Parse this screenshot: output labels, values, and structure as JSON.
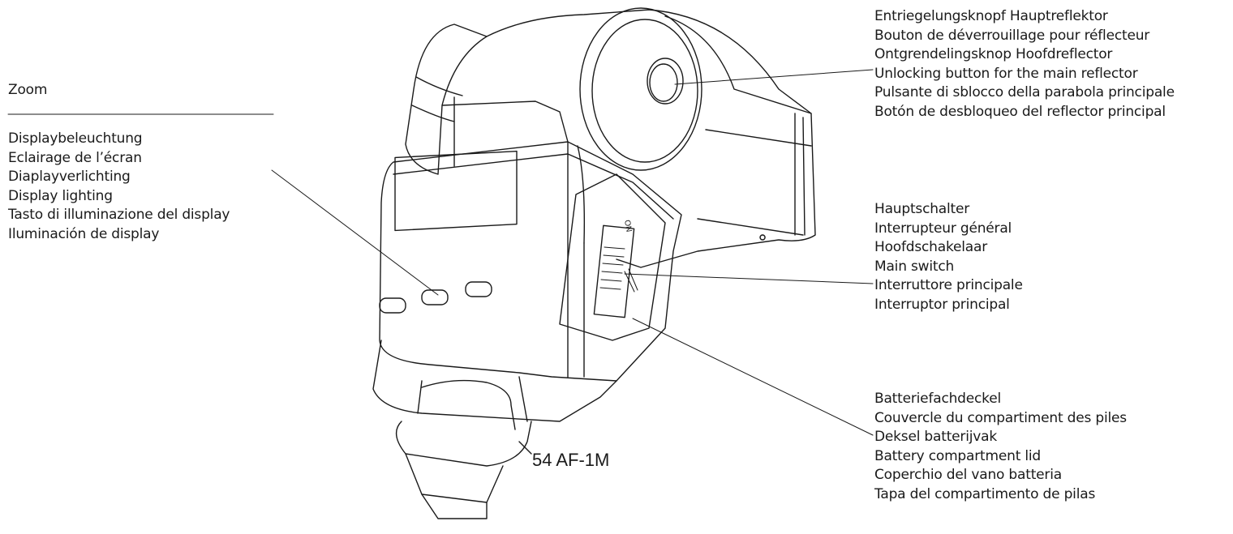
{
  "zoom": {
    "label": "Zoom"
  },
  "display_lighting": {
    "lines": [
      "Displaybeleuchtung",
      "Eclairage de l’écran",
      "Diaplayverlichting",
      "Display lighting",
      "Tasto di illuminazione del display",
      "Iluminación de display"
    ]
  },
  "unlocking_button": {
    "lines": [
      "Entriegelungsknopf Hauptreflektor",
      "Bouton de déverrouillage pour réflecteur",
      "Ontgrendelingsknop Hoofdreflector",
      "Unlocking button for the main reflector",
      "Pulsante di sblocco della parabola principale",
      "Botón de desbloqueo del reflector principal"
    ]
  },
  "main_switch": {
    "lines": [
      "Hauptschalter",
      "Interrupteur général",
      "Hoofdschakelaar",
      "Main switch",
      "Interruttore principale",
      "Interruptor principal"
    ],
    "on_mark": "ON"
  },
  "battery_lid": {
    "lines": [
      "Batteriefachdeckel",
      "Couvercle du compartiment des piles",
      "Deksel batterijvak",
      "Battery compartment lid",
      "Coperchio del vano batteria",
      "Tapa del compartimento de pilas"
    ]
  },
  "model": {
    "name": "54 AF-1M"
  },
  "colors": {
    "line": "#1a1a1a",
    "background": "#ffffff"
  }
}
